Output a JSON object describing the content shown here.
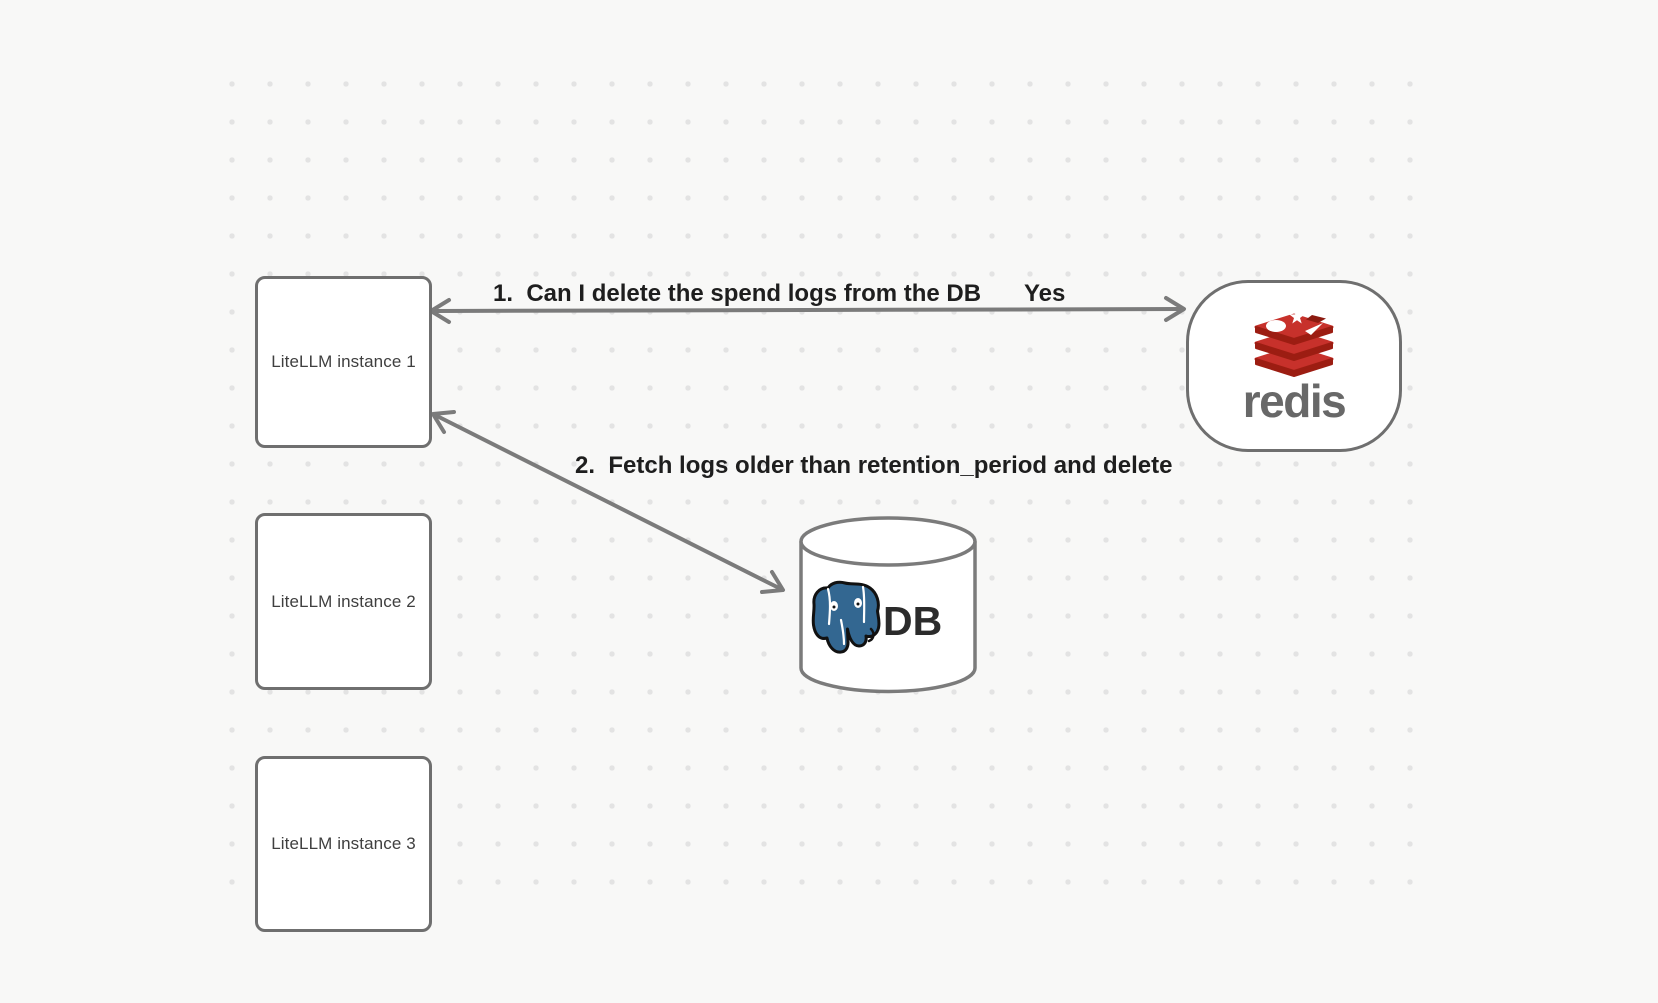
{
  "canvas": {
    "background": "#f8f8f7",
    "grid_dot_color": "#e3e3e3"
  },
  "nodes": {
    "instance1": {
      "label": "LiteLLM instance 1"
    },
    "instance2": {
      "label": "LiteLLM instance 2"
    },
    "instance3": {
      "label": "LiteLLM instance 3"
    },
    "redis": {
      "label": "redis"
    },
    "db": {
      "label": "DB"
    }
  },
  "edges": {
    "edge1": {
      "label": "1.  Can I delete the spend logs from the DB",
      "response": "Yes"
    },
    "edge2": {
      "label": "2.  Fetch logs older than retention_period and delete"
    }
  },
  "colors": {
    "node_border": "#6f6f6f",
    "node_fill": "#ffffff",
    "arrow": "#7b7b7b",
    "edge_label_text": "#1e1e1e",
    "node_label_text": "#3f3f3f",
    "redis_red": "#c7312b",
    "redis_dark_red": "#9c1d12",
    "redis_wordmark": "#686868",
    "postgres_blue": "#336791",
    "db_text": "#2b2b2b"
  }
}
